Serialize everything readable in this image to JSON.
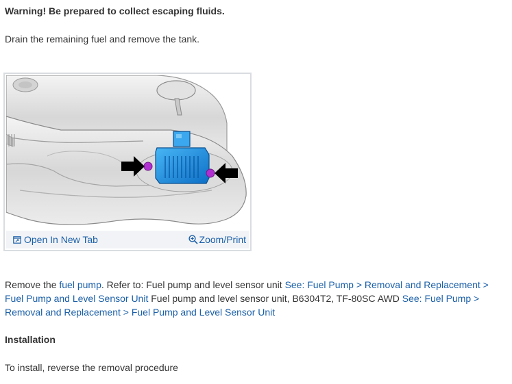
{
  "warning": "Warning! Be prepared to collect escaping fluids.",
  "step_drain": "Drain the remaining fuel and remove the tank.",
  "figure": {
    "open_new_tab": "Open In New Tab",
    "zoom_print": "Zoom/Print"
  },
  "remove": {
    "prefix": "Remove the ",
    "fuel_pump_link": "fuel pump",
    "refer": ". Refer to: Fuel pump and level sensor unit ",
    "see_link_1": "See: Fuel Pump > Removal and Replacement > Fuel Pump and Level Sensor Unit",
    "middle": " Fuel pump and level sensor unit, B6304T2, TF-80SC AWD ",
    "see_link_2": "See: Fuel Pump > Removal and Replacement > Fuel Pump and Level Sensor Unit"
  },
  "installation_heading": "Installation",
  "installation_text": "To install, reverse the removal procedure",
  "colors": {
    "link": "#1a5fa8",
    "text": "#333333",
    "component": "#1e90e0",
    "marker": "#b02fd0"
  }
}
